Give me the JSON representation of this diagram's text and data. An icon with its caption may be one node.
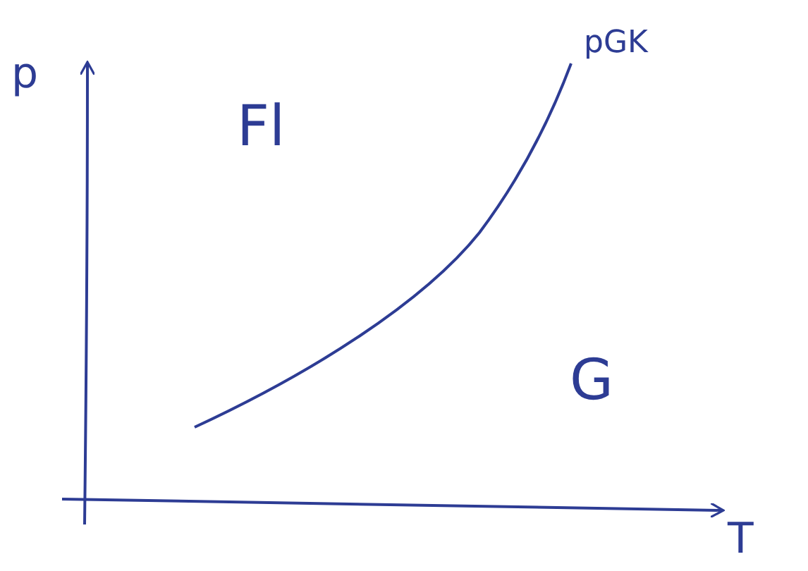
{
  "diagram": {
    "labels": [
      "p",
      "pGK",
      "Fl",
      "G",
      "T"
    ]
  }
}
